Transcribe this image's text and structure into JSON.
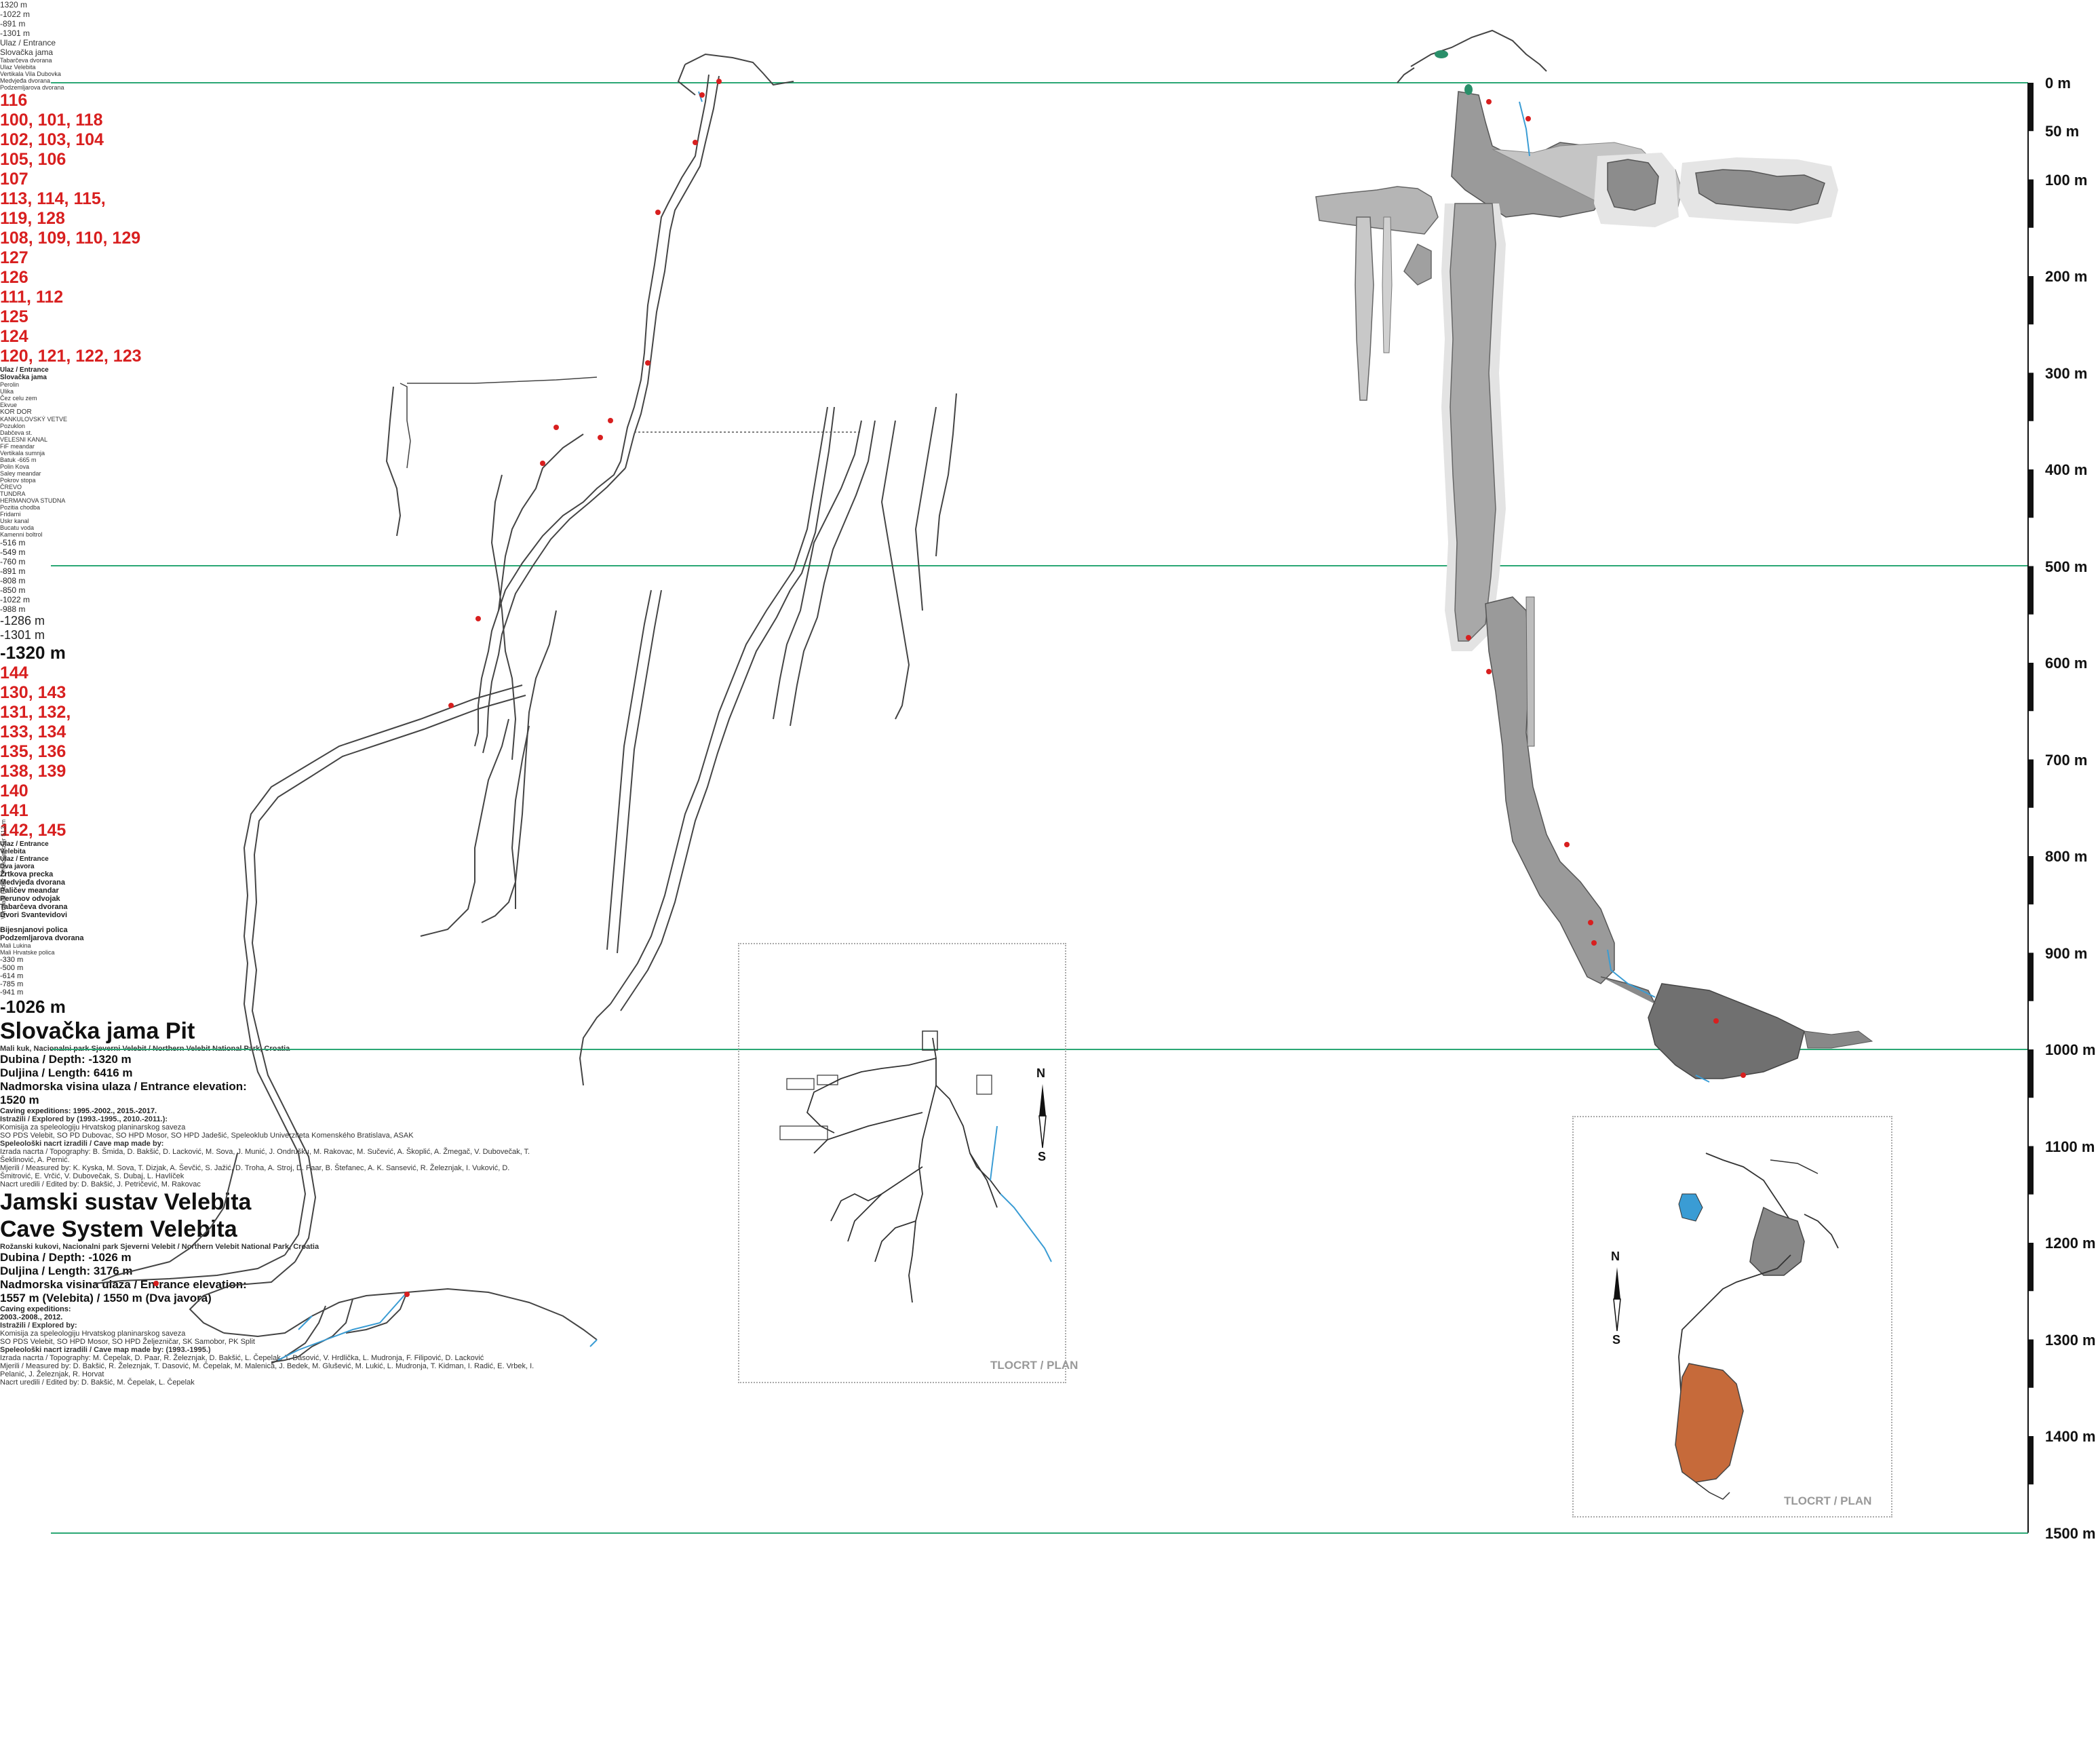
{
  "depth_scale": [
    "0 m",
    "50 m",
    "100 m",
    "200 m",
    "300 m",
    "400 m",
    "500 m",
    "600 m",
    "700 m",
    "800 m",
    "900 m",
    "1000 m",
    "1100 m",
    "1200 m",
    "1300 m",
    "1400 m",
    "1500 m"
  ],
  "slovacka": {
    "markers": [
      {
        "text": "116"
      },
      {
        "text": "100, 101, 118"
      },
      {
        "text": "102, 103, 104"
      },
      {
        "text": "105, 106"
      },
      {
        "text": "107"
      },
      {
        "text": "113, 114, 115,"
      },
      {
        "text": "119, 128"
      },
      {
        "text": "108, 109, 110, 129"
      },
      {
        "text": "127"
      },
      {
        "text": "126"
      },
      {
        "text": "111, 112"
      },
      {
        "text": "125"
      },
      {
        "text": "124"
      },
      {
        "text": "120, 121, 122, 123"
      }
    ],
    "entrance_label": [
      "Ulaz / Entrance",
      "Slovačka jama"
    ],
    "labels": [
      "Perolin",
      "Ulika",
      "Čez celu zem",
      "Ekvue",
      "KOR DOR",
      "KANKULOVSKÝ VETVE",
      "Pozuklon",
      "Dabčeva st.",
      "VELESNI KANAL",
      "FiF meandar",
      "Vertikala sumnja",
      "Batuk -665 m",
      "Polin Kova",
      "Saley meandar",
      "Pokrov stopa",
      "ČREVO",
      "TUNDRA",
      "HERMANOVA STUDNA",
      "Pozitia chodba",
      "Fridarni",
      "Uskr kanal",
      "Bucatu voda",
      "Kamenni boltrol"
    ],
    "depth_labels": [
      "-516 m",
      "-549 m",
      "-760 m",
      "-891 m",
      "-808 m",
      "-850 m",
      "-1022 m",
      "-988 m",
      "-1286 m",
      "-1301 m"
    ],
    "bottom_label": "-1320 m",
    "plan": {
      "tag": "TLOCRT / PLAN",
      "compass_n": "N",
      "compass_s": "S",
      "labels": [
        "1320 m",
        "-1022 m",
        "-891 m",
        "-1301 m",
        "Ulaz / Entrance",
        "Slovačka jama"
      ]
    },
    "title": "Slovačka jama Pit",
    "location": "Mali kuk, Nacionalni park Sjeverni Velebit / Northern Velebit National Park, Croatia",
    "depth_line": "Dubina / Depth:   -1320 m",
    "length_line": "Duljina / Length:   6416 m",
    "elevation_label": "Nadmorska visina ulaza / Entrance elevation:",
    "elevation_value": "1520 m",
    "expeditions": "Caving expeditions:  1995.-2002., 2015.-2017.",
    "credits": [
      "Istražili / Explored by (1993.-1995., 2010.-2011.):",
      "Komisija za speleologiju Hrvatskog planinarskog saveza",
      "SO PDS Velebit, SO PD Dubovac, SO HPD Mosor, SO HPD Jadešić, Speleoklub Univerziteta Komenského Bratislava, ASAK",
      "Speleološki nacrt izradili / Cave map made by:",
      "Izrada nacrta / Topography: B. Šmida, D. Bakšić, D. Lacković, M. Sova, J. Munić, J. Ondrušku, M. Rakovac, M. Sučević, A. Škoplić, A. Žmegač, V. Dubovečak, T.",
      "Šeklinović, A. Pernić.",
      "Mjerili / Measured by: K. Kyska, M. Sova, T. Dizjak, A. Ševčić, S. Jažić, D. Troha, A. Stroj, D. Paar, B. Štefanec, A. K. Sansević, R. Železnjak, I. Vuković, D.",
      "Šmitrović, E. Vrčić, V. Dubovečak, S. Dubaj, L. Havlíček",
      "Nacrt uredili / Edited by: D. Bakšić, J. Petričević, M. Rakovac"
    ]
  },
  "velebita": {
    "markers": [
      {
        "text": "144"
      },
      {
        "text": "130, 143"
      },
      {
        "text": "131, 132,"
      },
      {
        "text": "133, 134"
      },
      {
        "text": "135, 136"
      },
      {
        "text": "138, 139"
      },
      {
        "text": "140"
      },
      {
        "text": "141"
      },
      {
        "text": "142, 145"
      }
    ],
    "entrance_velebita": [
      "Ulaz / Entrance",
      "Velebita"
    ],
    "entrance_dva": [
      "Ulaz / Entrance",
      "Dva javora"
    ],
    "labels": [
      "Žrtkova precka",
      "Medvjeđa dvorana",
      "Paličev meandar",
      "Perunov odvojak",
      "Tabarčeva dvorana",
      "Dvori Svantevidovi",
      "Vertikala Ridler Grundsaetzler 513 m",
      "Bijesnjanovi polica",
      "Podzemljarova dvorana",
      "Mali Lukina",
      "Mali Hrvatske polica",
      "-330 m",
      "-500 m",
      "-614 m",
      "-785 m",
      "-941 m"
    ],
    "bottom_label": "-1026 m",
    "plan": {
      "tag": "TLOCRT / PLAN",
      "compass_n": "N",
      "compass_s": "S",
      "labels": [
        "Tabarčeva dvorana",
        "Ulaz Velebita",
        "Vertikala Vila Dubovka",
        "Medvjeđa dvorana",
        "Podzemljarova dvorana"
      ]
    },
    "title1": "Jamski sustav Velebita",
    "title2": "Cave System Velebita",
    "location": "Rožanski kukovi, Nacionalni park Sjeverni Velebit / Northern Velebit National Park, Croatia",
    "depth_line": "Dubina / Depth:    -1026 m",
    "length_line": "Duljina / Length:   3176 m",
    "elevation_label": "Nadmorska visina ulaza / Entrance elevation:",
    "elevation_value": "1557 m (Velebita)   /   1550 m (Dva javora)",
    "expeditions_label": "Caving expeditions:",
    "expeditions_years": "2003.-2008., 2012.",
    "credits": [
      "Istražili / Explored by:",
      "Komisija za speleologiju Hrvatskog planinarskog saveza",
      "SO PDS Velebit, SO HPD Mosor, SO HPD Željezničar, SK Samobor, PK Split",
      "Speleološki nacrt izradili / Cave map made by: (1993.-1995.)",
      "Izrada nacrta / Topography: M. Čepelak, D. Paar, R. Železnjak, D. Bakšić, L. Čepelak, T. Dasović, V. Hrdlička, L. Mudronja, F. Filipović, D. Lacković",
      "Mjerili / Measured by: D. Bakšić, R. Železnjak, T. Dasović, M. Čepelak, M. Malenica, J. Bedek, M. Glušević, M. Lukić, L. Mudronja, T. Kidman, I. Radić, E. Vrbek, I.",
      "Pelanić, J. Železnjak, R. Horvat",
      "Nacrt uredili / Edited by: D. Bakšić, M. Čepelak, L. Čepelak"
    ]
  }
}
